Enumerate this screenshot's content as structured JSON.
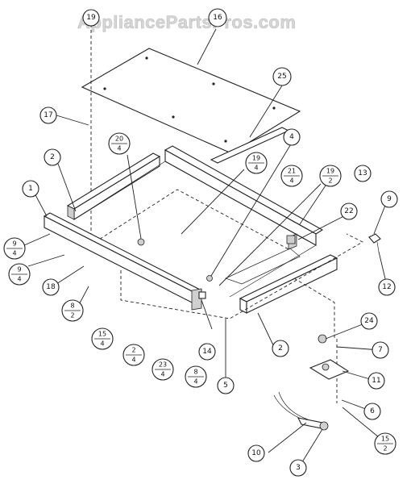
{
  "watermark": "AppliancePartsPros.com",
  "callouts": {
    "c1": "1",
    "c2a": "2",
    "c2b": "2",
    "c3": "3",
    "c4": "4",
    "c5": "5",
    "c6": "6",
    "c7": "7",
    "c8a": "8",
    "c8a_d": "2",
    "c8b": "8",
    "c8b_d": "4",
    "c9": "9",
    "c9a": "9",
    "c9a_d": "4",
    "c9b": "9",
    "c9b_d": "4",
    "c10": "10",
    "c11": "11",
    "c12": "12",
    "c13": "13",
    "c14": "14",
    "c15a": "15",
    "c15a_d": "4",
    "c15b": "15",
    "c15b_d": "2",
    "c16": "16",
    "c17": "17",
    "c18": "18",
    "c19top": "19",
    "c19a": "19",
    "c19a_d": "4",
    "c19b": "19",
    "c19b_d": "2",
    "c20": "20",
    "c20_d": "4",
    "c21": "21",
    "c21_d": "4",
    "c22": "22",
    "c23": "23",
    "c23_d": "4",
    "c24": "24",
    "c25": "25",
    "c2frac": "2",
    "c2frac_d": "4"
  }
}
